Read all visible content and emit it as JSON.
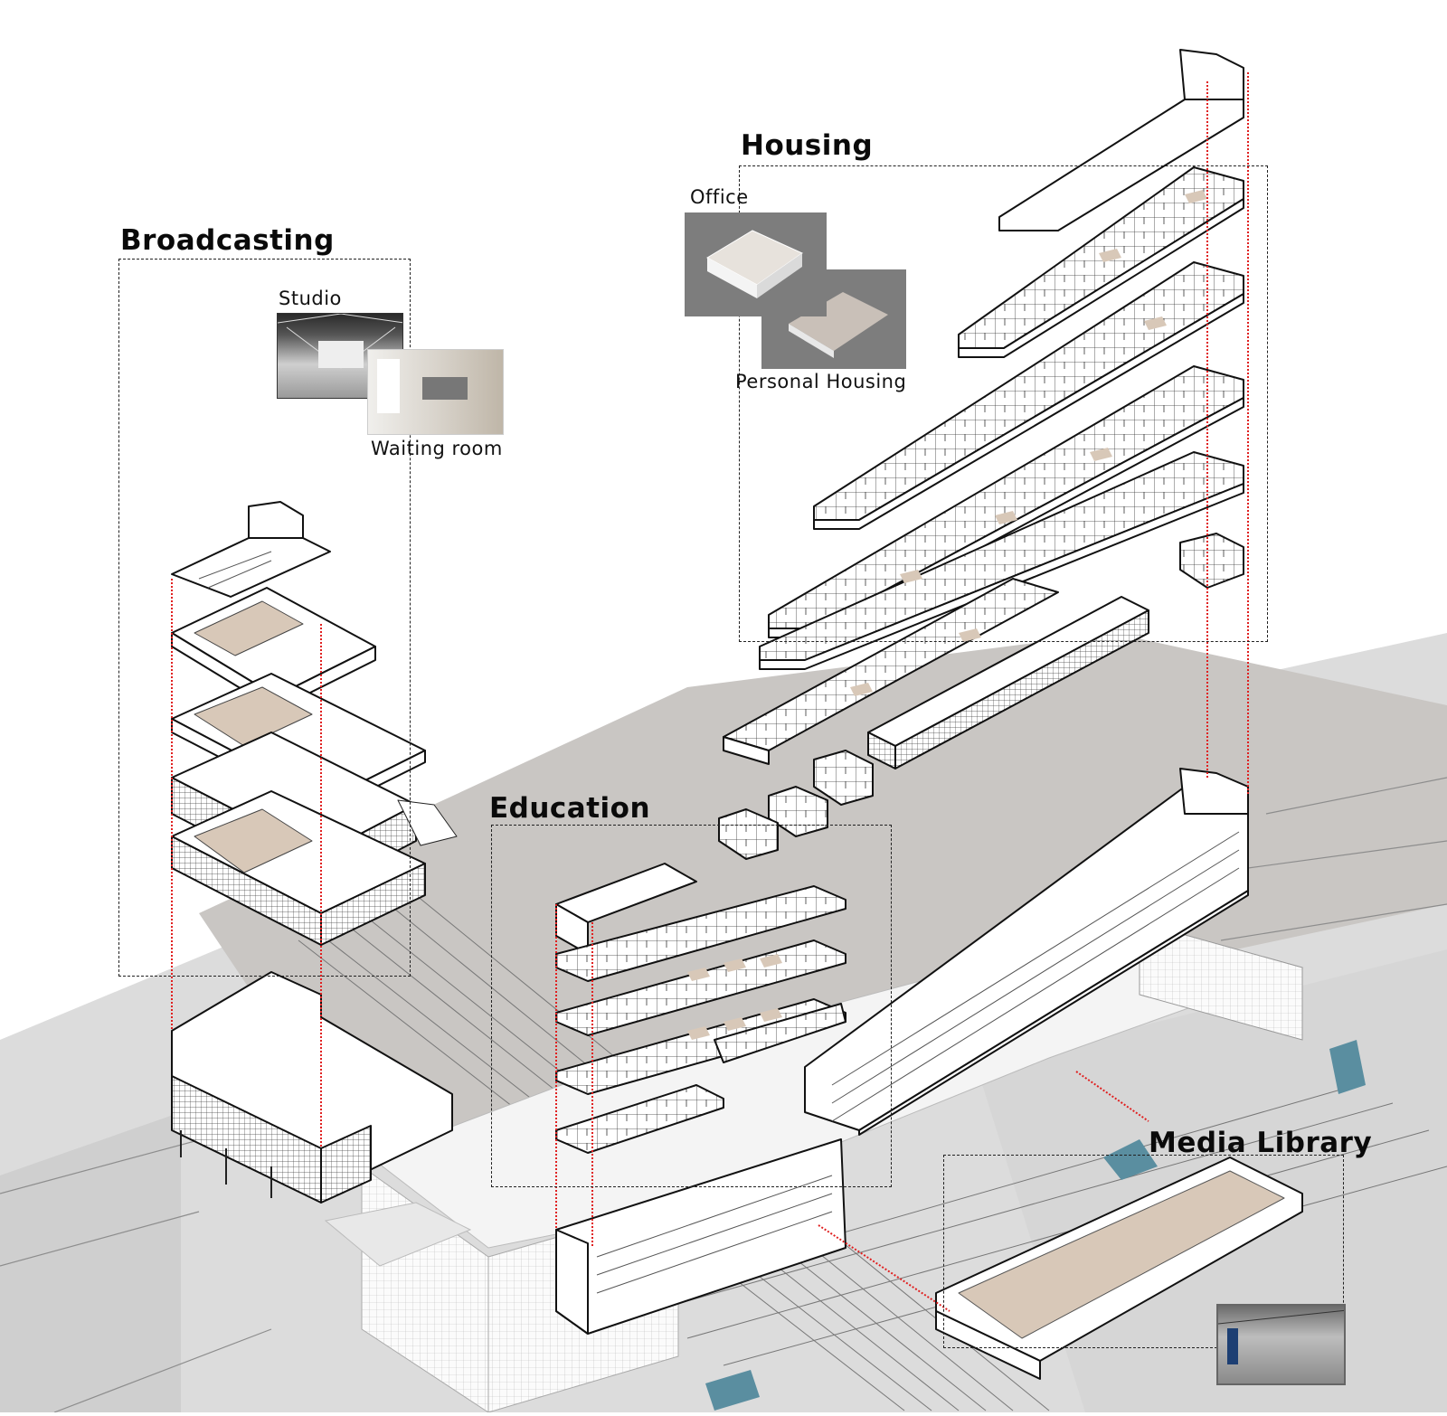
{
  "sections": {
    "broadcasting": {
      "title": "Broadcasting",
      "photos": {
        "studio": "Studio",
        "waiting": "Waiting room"
      }
    },
    "housing": {
      "title": "Housing",
      "photos": {
        "office": "Office",
        "personal": "Personal Housing"
      }
    },
    "education": {
      "title": "Education"
    },
    "media_library": {
      "title": "Media Library"
    }
  },
  "colors": {
    "ground": "#cfcfcf",
    "ground_light": "#e4e4e4",
    "floor_accent": "#d8c8b8",
    "connector_red": "#e02020",
    "water": "#5a8ea0",
    "render_gray": "#7a7a7a",
    "line": "#111111"
  }
}
